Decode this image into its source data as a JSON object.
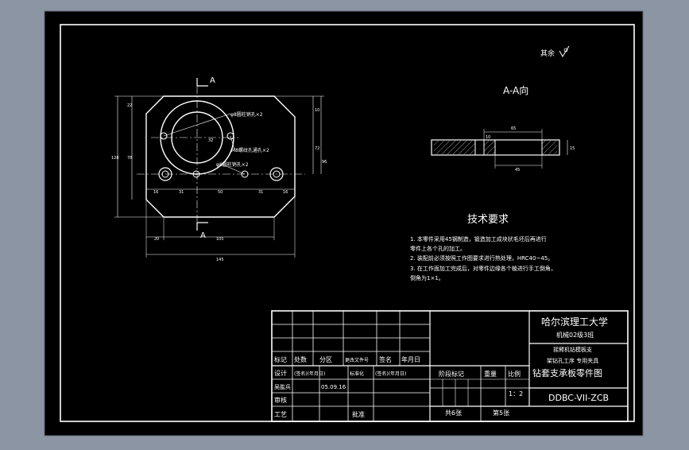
{
  "colors": {
    "paper": "#000000",
    "line": "#ffffff",
    "viewport": "#8b95a4",
    "frame": "#5e6774"
  },
  "roughness": "其余",
  "section_marks": {
    "top": "A",
    "bottom": "A"
  },
  "view_callouts": {
    "hole_a": "φ8圆柱销孔×2",
    "hole_b": "M8螺纹孔通孔×2",
    "hole_c": "φ8圆柱销孔×2"
  },
  "plan_dims": {
    "left_top": "22",
    "left_mid": "78",
    "left_outer": "128",
    "right_top": "10",
    "right_mid": "72",
    "right_bot": "96",
    "center_dia": "32",
    "bottom_seg1": "16",
    "bottom_seg2": "31",
    "bottom_seg3": "50",
    "bottom_seg4": "31",
    "bottom_seg5": "16",
    "chamfer_w": "20",
    "inner_w": "105",
    "overall_w": "145"
  },
  "section_title": "A-A向",
  "section_dims": {
    "top": "65",
    "bottom": "45",
    "right": "15",
    "slot": "10"
  },
  "tech_title": "技术要求",
  "tech_items": [
    "1.  本零件采用45钢制造，锻造加工成块状毛坯后再进行",
    "     零件上各个孔的加工。",
    "2.  装配前必须按照工作图要求进行热处理，HRC40~45。",
    "3.  在工作面加工完成后，对零件边缘各个棱进行手工倒角，",
    "     倒角为1×1。"
  ],
  "title_block": {
    "school": "哈尔滨理工大学",
    "class": "机械02级3班",
    "process_l1": "摇臂机钻模板支",
    "process_l2": "架钻孔工序  专用夹具",
    "drawing_name": "钻套支承板零件图",
    "drawing_no": "DDBC-VII-ZCB",
    "h_biaoji": "标记",
    "h_chushu": "处数",
    "h_fenqu": "分区",
    "h_gengai": "更改文件号",
    "h_qianming": "签名",
    "h_nianyueri": "年月日",
    "r_sheji": "设计",
    "r_sheji_val": "(签名)(年月日)",
    "r_biaozhun": "标准化",
    "r_biaozhun_val": "(签名)(年月日)",
    "r_jiaoshen": "吴肱兵",
    "r_date": "05.09.16",
    "r_shenhe": "审核",
    "r_gongyi": "工艺",
    "r_pizhun": "批准",
    "jieduan": "阶段标记",
    "zhongliang": "重量",
    "bili": "比例",
    "bili_val": "1：2",
    "gong_zhang": "共6张",
    "di_zhang": "第5张"
  }
}
